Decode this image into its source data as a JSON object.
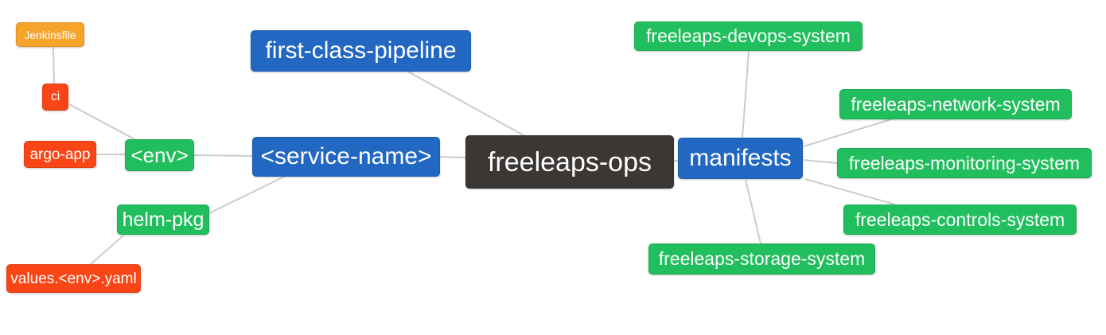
{
  "diagram": {
    "type": "mind-map",
    "root_label": "freeleaps-ops"
  },
  "palette": {
    "canvas": "#ffffff",
    "text": "#ffffff",
    "edge": "#cccccc",
    "blue": "#2268C3",
    "green": "#21BE5D",
    "red": "#FA4616",
    "orange": "#F7A42B",
    "dark": "#3B3735"
  },
  "nodes": {
    "root": {
      "label": "freeleaps-ops",
      "color": "#3B3735"
    },
    "first_class_pipeline": {
      "label": "first-class-pipeline",
      "color": "#2268C3"
    },
    "service_name": {
      "label": "<service-name>",
      "color": "#2268C3"
    },
    "env": {
      "label": "<env>",
      "color": "#21BE5D"
    },
    "ci": {
      "label": "ci",
      "color": "#FA4616"
    },
    "jenkinsfile": {
      "label": "Jenkinsfile",
      "color": "#F7A42B"
    },
    "argo_app": {
      "label": "argo-app",
      "color": "#FA4616"
    },
    "helm_pkg": {
      "label": "helm-pkg",
      "color": "#21BE5D"
    },
    "values_env_yaml": {
      "label": "values.<env>.yaml",
      "color": "#FA4616"
    },
    "manifests": {
      "label": "manifests",
      "color": "#2268C3"
    },
    "devops_system": {
      "label": "freeleaps-devops-system",
      "color": "#21BE5D"
    },
    "network_system": {
      "label": "freeleaps-network-system",
      "color": "#21BE5D"
    },
    "monitoring_system": {
      "label": "freeleaps-monitoring-system",
      "color": "#21BE5D"
    },
    "controls_system": {
      "label": "freeleaps-controls-system",
      "color": "#21BE5D"
    },
    "storage_system": {
      "label": "freeleaps-storage-system",
      "color": "#21BE5D"
    }
  },
  "edges": [
    {
      "from": "jenkinsfile",
      "to": "ci"
    },
    {
      "from": "ci",
      "to": "env"
    },
    {
      "from": "argo_app",
      "to": "env"
    },
    {
      "from": "env",
      "to": "service_name"
    },
    {
      "from": "helm_pkg",
      "to": "service_name"
    },
    {
      "from": "helm_pkg",
      "to": "values_env_yaml"
    },
    {
      "from": "first_class_pipeline",
      "to": "root"
    },
    {
      "from": "service_name",
      "to": "root"
    },
    {
      "from": "root",
      "to": "manifests"
    },
    {
      "from": "devops_system",
      "to": "manifests"
    },
    {
      "from": "manifests",
      "to": "network_system"
    },
    {
      "from": "manifests",
      "to": "monitoring_system"
    },
    {
      "from": "manifests",
      "to": "controls_system"
    },
    {
      "from": "manifests",
      "to": "storage_system"
    }
  ]
}
